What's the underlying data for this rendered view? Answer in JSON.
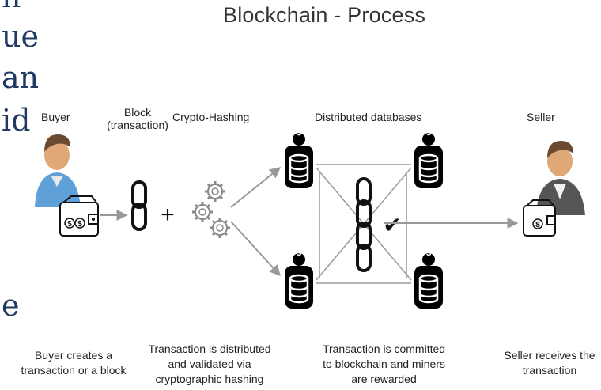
{
  "title": "Blockchain - Process",
  "left_text_fragments": [
    "n",
    "ue",
    "an",
    "id",
    "e"
  ],
  "labels": {
    "buyer": "Buyer",
    "block": "Block\n(transaction)",
    "crypto_hashing": "Crypto-Hashing",
    "distributed_databases": "Distributed databases",
    "seller": "Seller"
  },
  "symbols": {
    "plus": "+",
    "check": "✔",
    "dollar": "$"
  },
  "captions": [
    "Buyer creates a\ntransaction or a block",
    "Transaction is distributed\nand validated via\ncryptographic hashing",
    "Transaction is committed\nto blockchain and miners\nare rewarded",
    "Seller receives the\ntransaction"
  ],
  "colors": {
    "title": "#333333",
    "left_text": "#1f3864",
    "line": "#999999",
    "db": "#000000"
  }
}
